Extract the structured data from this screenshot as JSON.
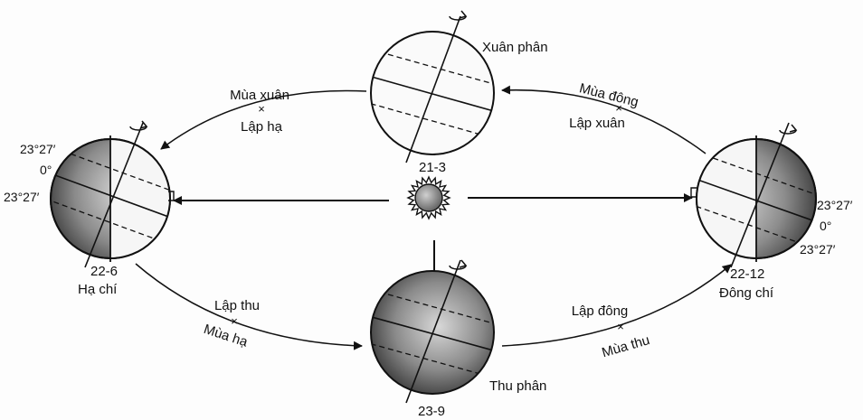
{
  "positions": {
    "spring": {
      "date": "21-3",
      "name": "Xuân phân"
    },
    "summer": {
      "date": "22-6",
      "name": "Hạ chí"
    },
    "autumn": {
      "date": "23-9",
      "name": "Thu phân"
    },
    "winter": {
      "date": "22-12",
      "name": "Đông chí"
    }
  },
  "arcs": {
    "spring_to_summer": {
      "season": "Mùa xuân",
      "marker": "Lập hạ"
    },
    "summer_to_autumn": {
      "marker": "Lập thu",
      "season": "Mùa hạ"
    },
    "autumn_to_winter": {
      "marker": "Lập đông",
      "season": "Mùa thu"
    },
    "winter_to_spring": {
      "season": "Mùa đông",
      "marker": "Lập xuân"
    }
  },
  "latitudes": {
    "summer": {
      "top": "23°27′",
      "middle": "0°",
      "bottom": "23°27′"
    },
    "winter": {
      "top": "23°27′",
      "middle": "0°",
      "bottom": "23°27′"
    }
  }
}
